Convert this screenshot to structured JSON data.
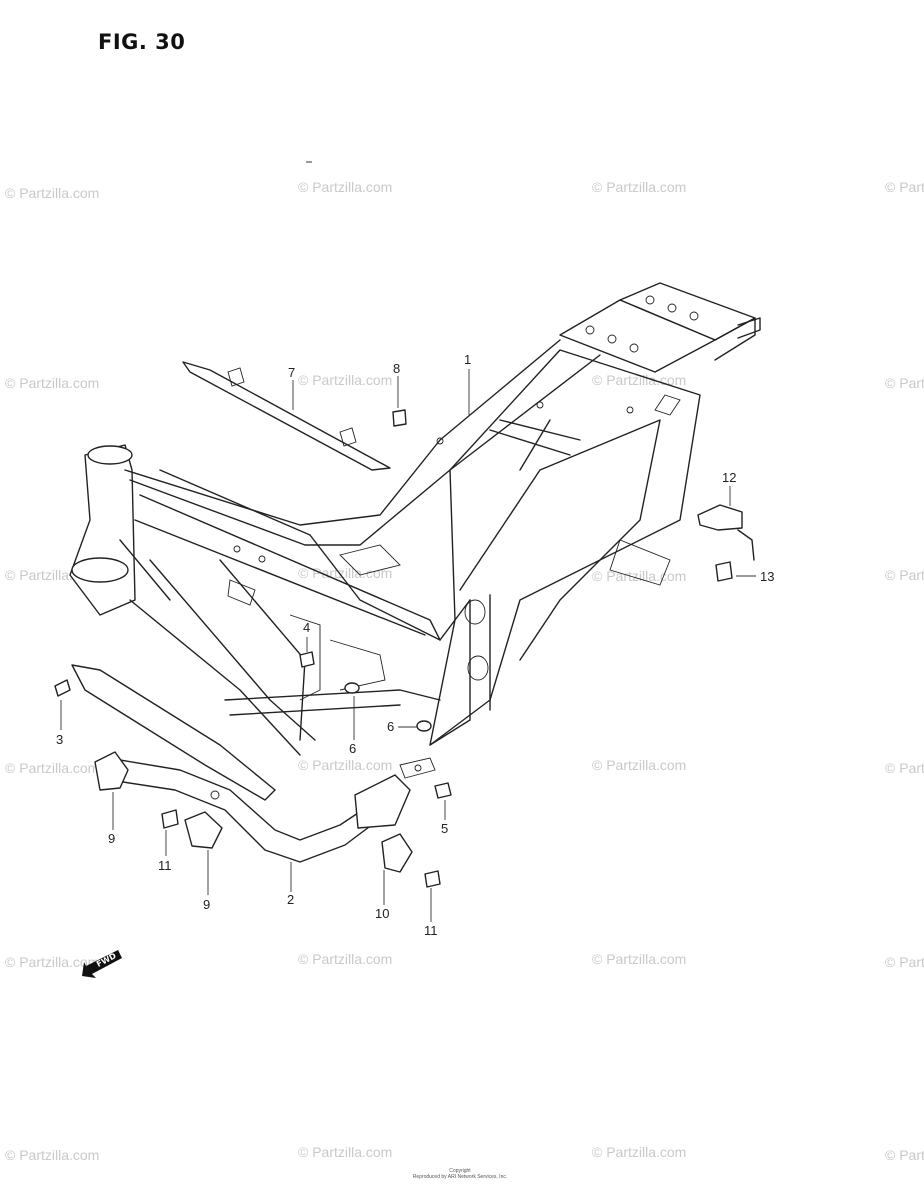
{
  "figure": {
    "title": "FIG. 30"
  },
  "callouts": [
    "1",
    "2",
    "3",
    "4",
    "5",
    "6",
    "6",
    "7",
    "8",
    "9",
    "9",
    "10",
    "11",
    "11",
    "12",
    "13"
  ],
  "fwd_label": "FWD",
  "watermark": "© Partzilla.com",
  "copyright": {
    "line1": "Copyright",
    "line2": "Reproduced by ARI Network Services, Inc."
  }
}
